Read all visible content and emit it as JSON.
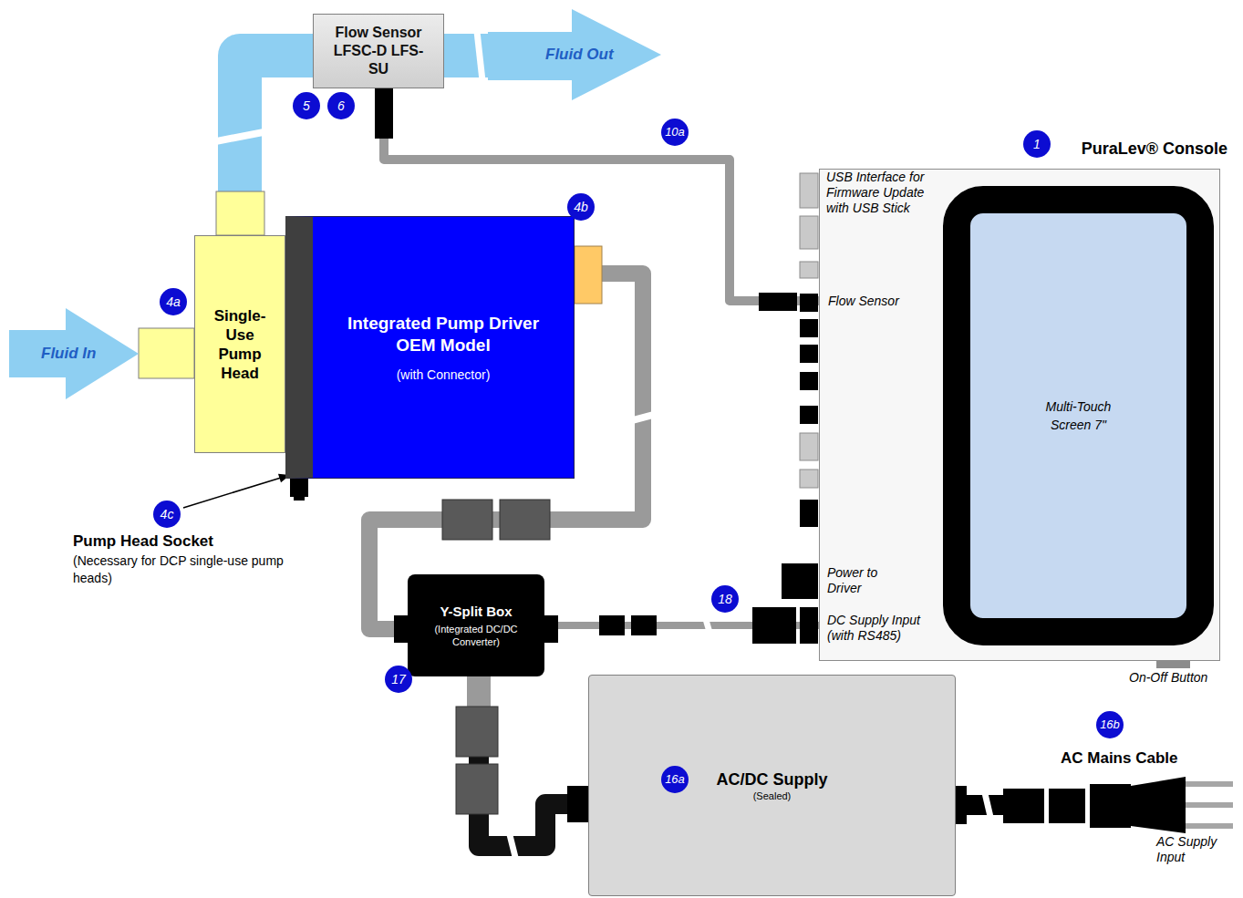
{
  "diagram": {
    "nodes": [
      {
        "text": [
          "Flow Sensor LFSC-D LFS-SU"
        ]
      },
      {
        "text": [
          "Fluid Out"
        ]
      },
      {
        "text": [
          "Fluid In"
        ]
      },
      {
        "text": [
          "Single-Use Pump Head"
        ]
      },
      {
        "text": [
          "Integrated Pump Driver OEM Model",
          "(with Connector)"
        ]
      },
      {
        "text": [
          "PuraLev® Console"
        ]
      },
      {
        "text": [
          "Multi-Touch Screen 7\""
        ],
        "in": 5
      },
      {
        "text": [
          "Y-Split Box",
          "(Integrated DC/DC Converter)"
        ]
      },
      {
        "text": [
          "AC/DC Supply",
          "(Sealed)"
        ]
      }
    ],
    "edges": [
      {
        "from": 0,
        "to": 5,
        "arrow": "none"
      },
      {
        "from": 3,
        "to": 0,
        "arrow": "none"
      },
      {
        "from": 4,
        "to": 7,
        "arrow": "none"
      },
      {
        "from": 7,
        "to": 5,
        "arrow": "none"
      },
      {
        "from": 7,
        "to": 8,
        "arrow": "none"
      }
    ],
    "labels": [
      "5",
      "6",
      "10a",
      "1",
      "4b",
      "4a",
      "4c",
      "18",
      "17",
      "16a",
      "16b",
      "Pump Head Socket",
      "(Necessary for DCP single-use pump heads)",
      "USB Interface for Firmware Update with USB Stick",
      "Flow Sensor",
      "Power to Driver",
      "DC Supply Input (with RS485)",
      "On-Off Button",
      "AC Mains Cable",
      "AC Supply Input"
    ]
  }
}
